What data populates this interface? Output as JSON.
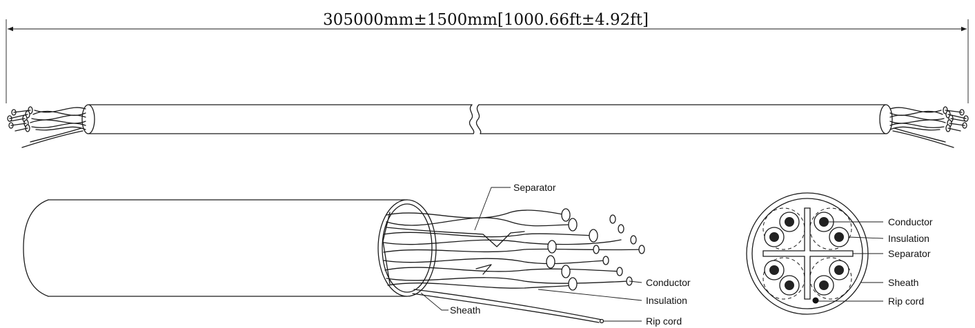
{
  "dimension": {
    "text": "305000mm±1500mm[1000.66ft±4.92ft]"
  },
  "side_view": {
    "labels": {
      "separator": "Separator",
      "conductor": "Conductor",
      "insulation": "Insulation",
      "rip_cord": "Rip cord",
      "sheath": "Sheath"
    }
  },
  "cross_section": {
    "labels": {
      "conductor": "Conductor",
      "insulation": "Insulation",
      "separator": "Separator",
      "sheath": "Sheath",
      "rip_cord": "Rip cord"
    }
  }
}
